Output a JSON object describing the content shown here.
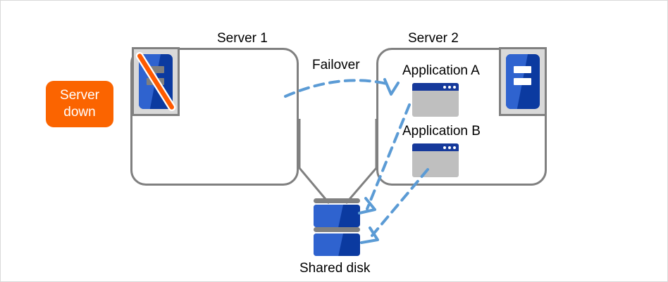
{
  "diagram": {
    "title_server1": "Server 1",
    "title_server2": "Server 2",
    "failover_label": "Failover",
    "shared_disk_label": "Shared disk",
    "status_badge": {
      "line1": "Server",
      "line2": "down",
      "color": "#fb6400",
      "text_color": "#ffffff"
    },
    "applications": [
      {
        "label": "Application A"
      },
      {
        "label": "Application B"
      }
    ],
    "icons": {
      "server1": "server-down-icon",
      "server2": "server-ok-icon",
      "disk": "shared-disk-icon",
      "app_window": "application-window-icon"
    },
    "colors": {
      "box_border": "#808080",
      "server_blue_dark": "#0b3aa0",
      "server_blue_light": "#2f63cf",
      "arrow_blue": "#5b9bd5",
      "slash_orange": "#ff5a00",
      "app_titlebar": "#16399b",
      "app_body": "#bfbfbf",
      "icon_frame": "#d9d9d9"
    }
  }
}
